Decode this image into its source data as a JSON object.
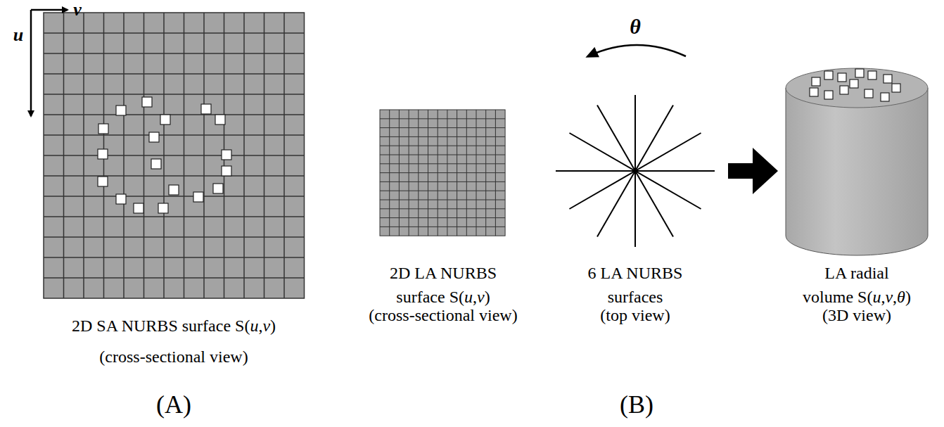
{
  "diagram": {
    "labels": [
      "v",
      "u",
      "2D SA NURBS surface S(u,v)",
      "(cross-sectional view)",
      "(A)",
      "θ",
      "2D LA NURBS surface S(u,v)",
      "(cross-sectional view)",
      "6 LA NURBS surfaces",
      "(top view)",
      "LA radial volume S(u,v,θ)",
      "(3D view)",
      "(B)"
    ]
  }
}
